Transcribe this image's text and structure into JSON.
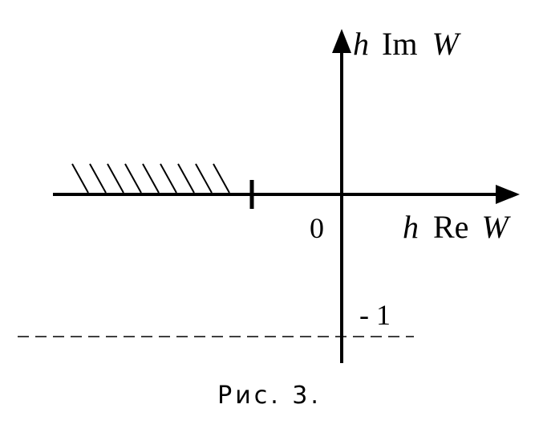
{
  "y_axis_label": {
    "var": "h",
    "op": "Im",
    "func": "W"
  },
  "x_axis_label": {
    "var": "h",
    "op": "Re",
    "func": "W"
  },
  "origin_label": "0",
  "level_label": "- 1",
  "caption": "Рис. 3.",
  "colors": {
    "ink": "#000000",
    "background": "#ffffff"
  }
}
